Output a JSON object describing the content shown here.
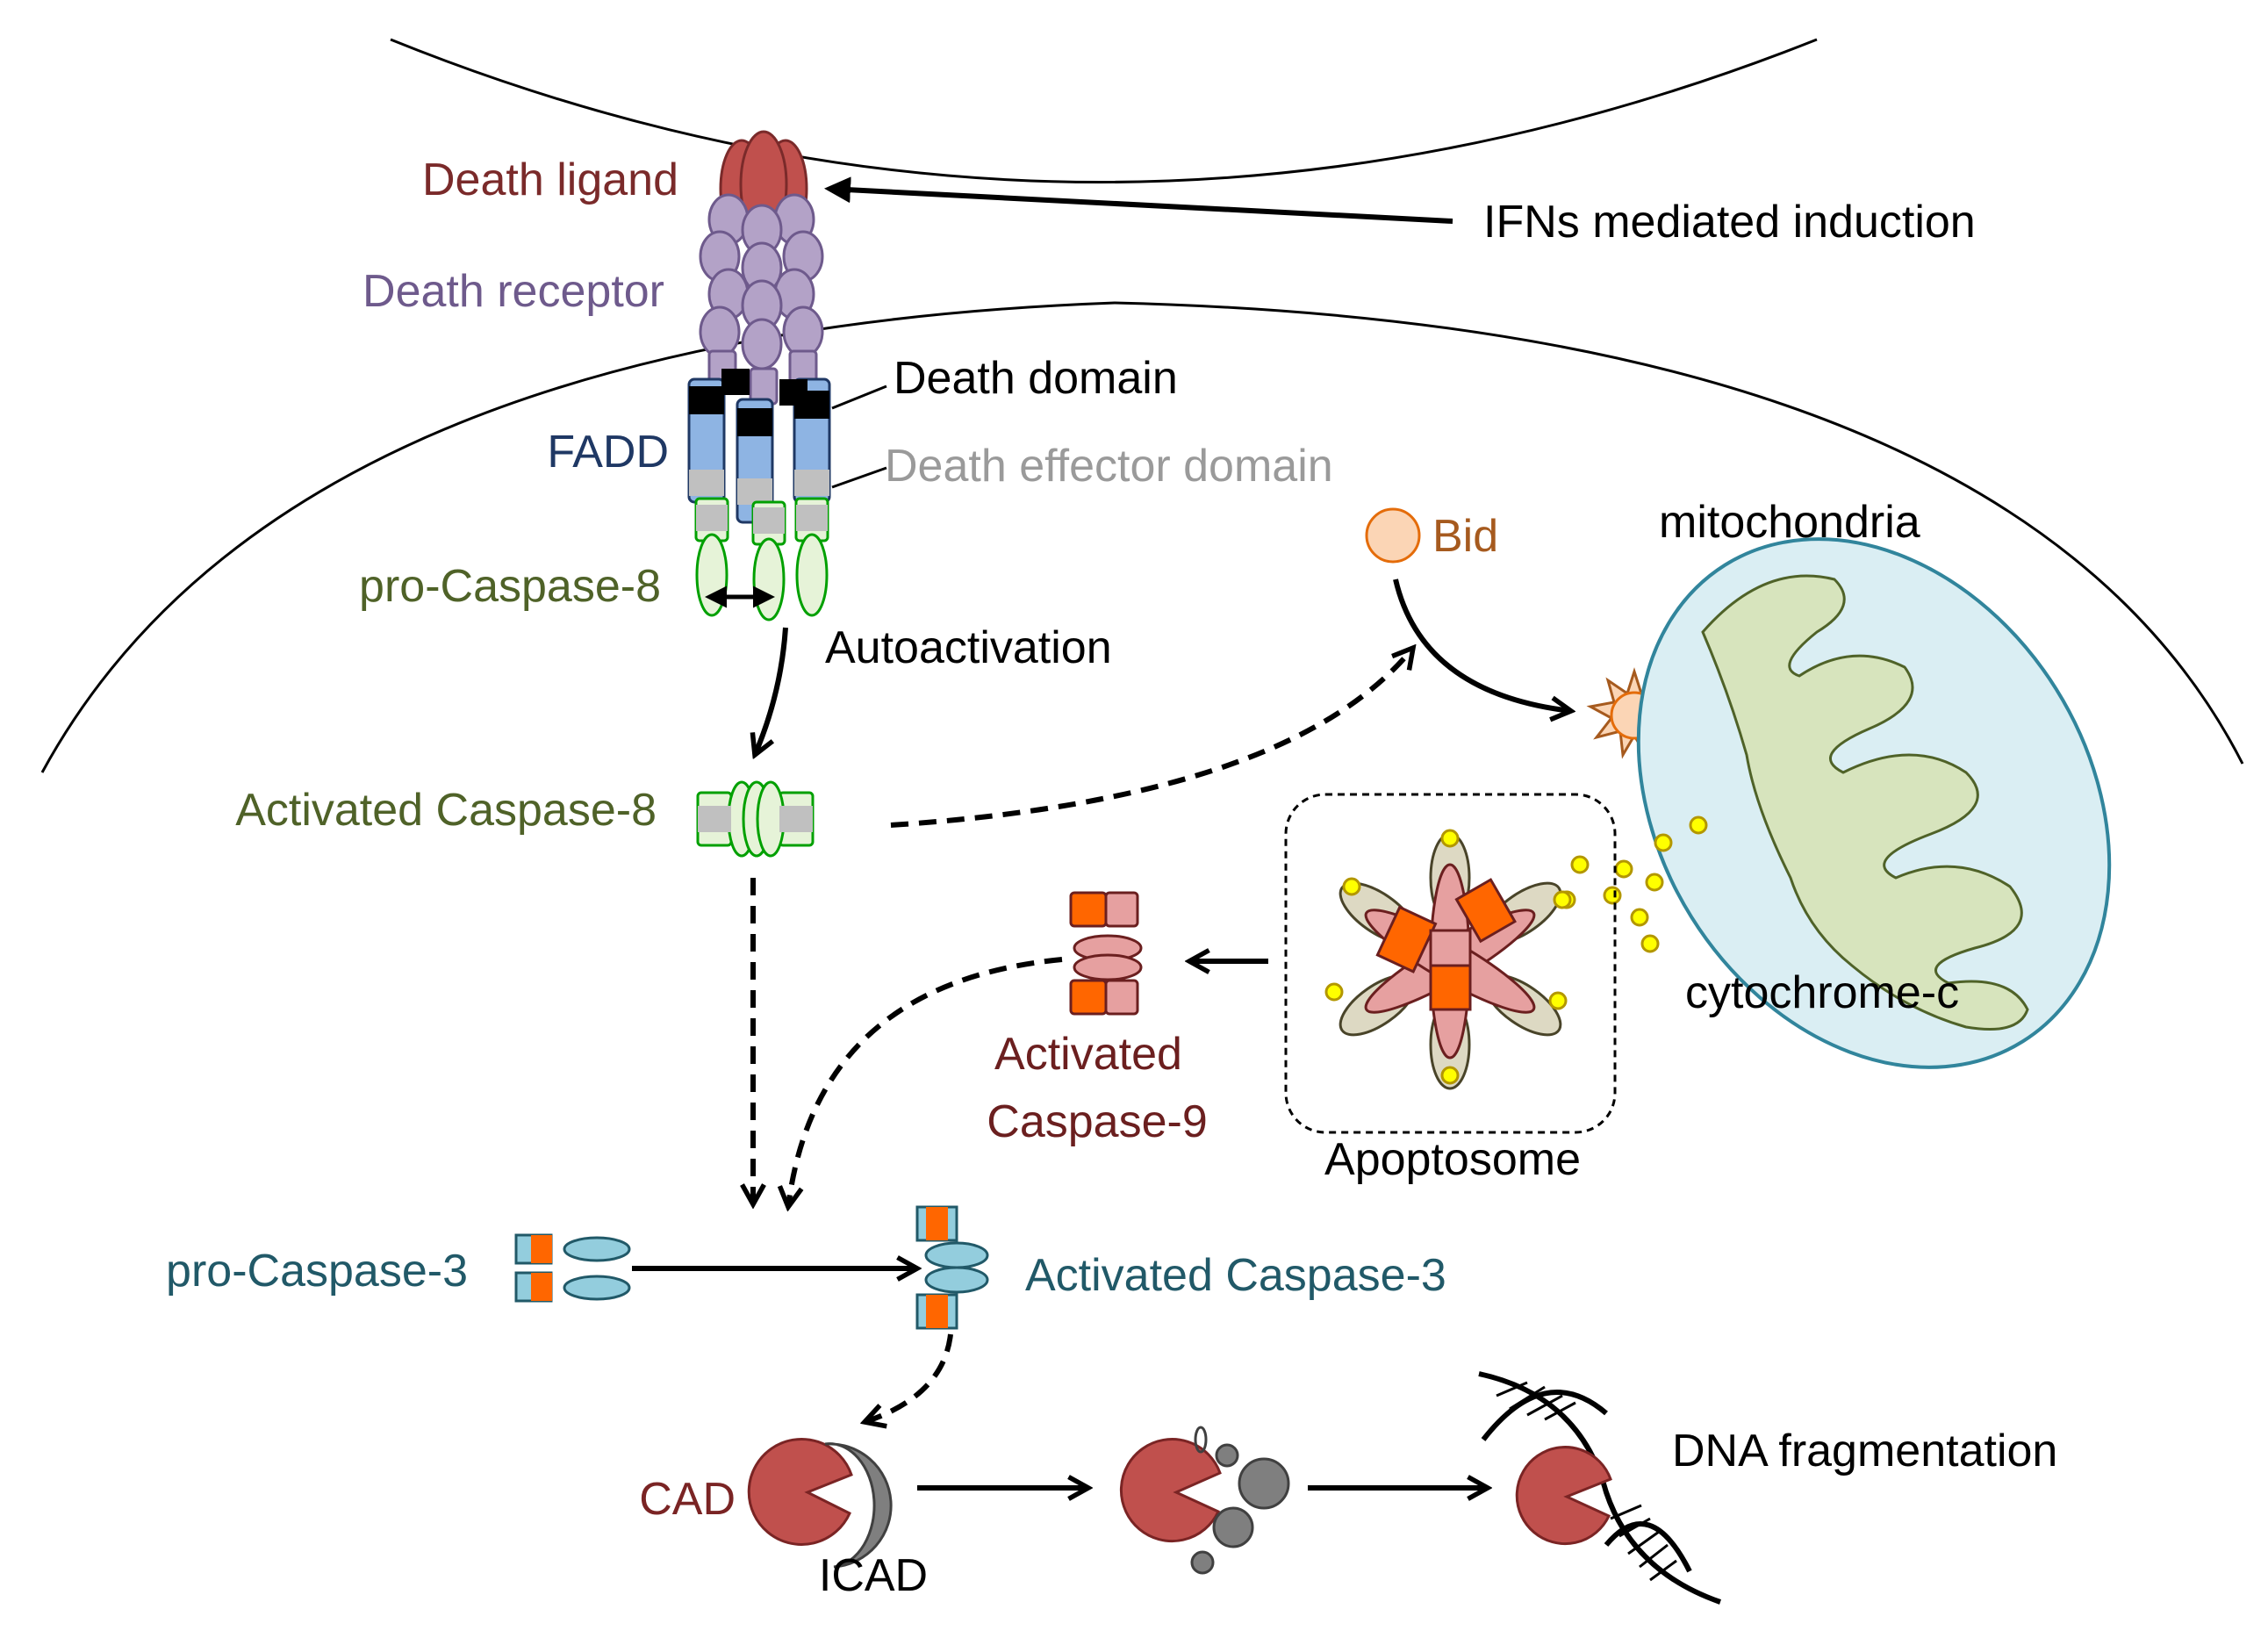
{
  "labels": {
    "death_ligand": "Death ligand",
    "death_receptor": "Death receptor",
    "ifn_induction": "IFNs mediated induction",
    "death_domain": "Death domain",
    "fadd": "FADD",
    "death_effector_domain": "Death effector domain",
    "pro_caspase_8": "pro-Caspase-8",
    "autoactivation": "Autoactivation",
    "activated_caspase_8": "Activated Caspase-8",
    "bid": "Bid",
    "mitochondria": "mitochondria",
    "cytochrome_c": "cytochrome-c",
    "activated_caspase_9_line1": "Activated",
    "activated_caspase_9_line2": "Caspase-9",
    "apoptosome": "Apoptosome",
    "pro_caspase_3": "pro-Caspase-3",
    "activated_caspase_3": "Activated Caspase-3",
    "cad": "CAD",
    "icad": "ICAD",
    "dna_fragmentation": "DNA fragmentation"
  },
  "colors": {
    "death_ligand": "#7a2a2a",
    "death_receptor": "#6e5a8c",
    "fadd": "#1f3864",
    "death_effector_domain": "#9a9a9a",
    "caspase_8": "#4f6228",
    "bid": "#a65a1e",
    "caspase_9": "#6b1f1f",
    "caspase_3": "#215968",
    "cad": "#7a2424",
    "ligand_fill": "#c0504d",
    "receptor_fill": "#b3a2c7",
    "fadd_fill": "#8eb4e3",
    "caspase8_fill": "#e6f3d8",
    "caspase3_fill": "#93cddd",
    "caspase9_fill": "#e6a0a0",
    "orange": "#ff6600",
    "mito_outer": "#daeef3",
    "mito_inner": "#d7e4bd",
    "cytc": "#ffff00"
  }
}
